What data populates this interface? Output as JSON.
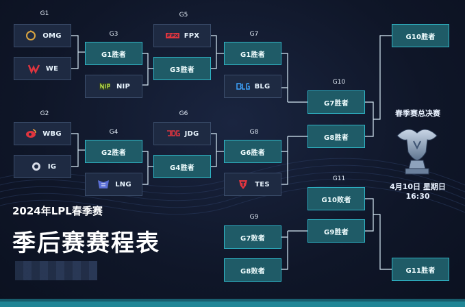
{
  "header": {
    "subtitle": "2024年LPL春季赛",
    "title": "季后赛赛程表"
  },
  "groups": {
    "G1": "G1",
    "G2": "G2",
    "G3": "G3",
    "G4": "G4",
    "G5": "G5",
    "G6": "G6",
    "G7": "G7",
    "G8": "G8",
    "G9": "G9",
    "G10": "G10",
    "G11": "G11"
  },
  "teams": {
    "omg": "OMG",
    "we": "WE",
    "nip": "NIP",
    "wbg": "WBG",
    "ig": "IG",
    "lng": "LNG",
    "fpx": "FPX",
    "jdg": "JDG",
    "blg": "BLG",
    "tes": "TES"
  },
  "results": {
    "g1w": "G1胜者",
    "g3w": "G3胜者",
    "g2w": "G2胜者",
    "g4w": "G4胜者",
    "g6w": "G6胜者",
    "g7w": "G7胜者",
    "g8w": "G8胜者",
    "g7l": "G7败者",
    "g8l": "G8败者",
    "g9w": "G9胜者",
    "g10l": "G10败者",
    "g10w": "G10胜者",
    "g11w": "G11胜者"
  },
  "final": {
    "title": "春季赛总决赛",
    "date": "4月10日 星期日",
    "time": "16:30"
  },
  "colors": {
    "bg": "#0f1628",
    "team_box": "#1e2a42",
    "result_box": "#1f5b67",
    "accent": "#2fb6c7"
  },
  "icons": [
    "omg-logo-icon",
    "we-logo-icon",
    "nip-logo-icon",
    "wbg-logo-icon",
    "ig-logo-icon",
    "lng-logo-icon",
    "fpx-logo-icon",
    "jdg-logo-icon",
    "blg-logo-icon",
    "tes-logo-icon",
    "trophy-icon"
  ]
}
